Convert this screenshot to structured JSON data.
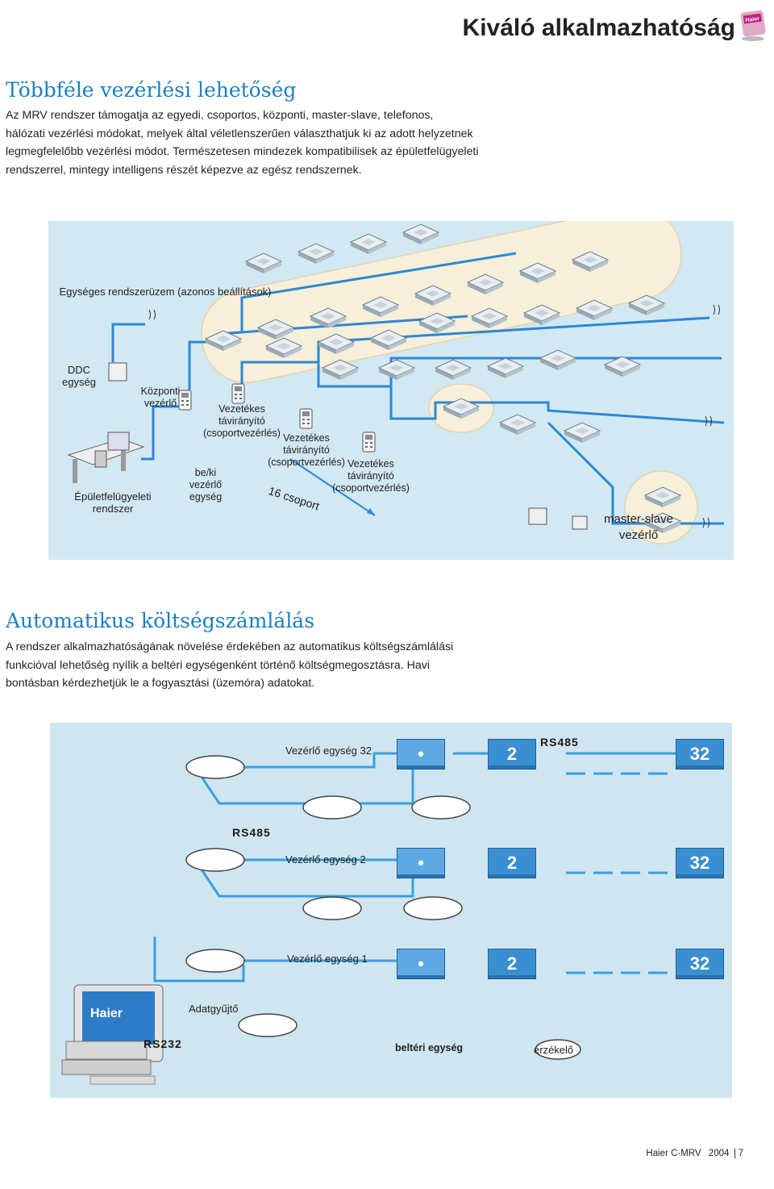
{
  "header": {
    "title": "Kiváló alkalmazhatóság",
    "logo_text": "Haier"
  },
  "section1": {
    "heading": "Többféle vezérlési lehetőség",
    "lines": [
      "Az MRV rendszer támogatja az egyedi, csoportos, központi, master-slave, telefonos,",
      "hálózati vezérlési módokat, melyek által véletlenszerűen választhatjuk ki az adott helyzetnek",
      "legmegfelelőbb vezérlési módot. Természetesen mindezek kompatibilisek az épületfelügyeleti",
      "rendszerrel, mintegy intelligens részét képezve az egész rendszernek."
    ]
  },
  "diagram1": {
    "unified": "Egységes rendszerüzem (azonos beállítások)",
    "ddc": "DDC egység",
    "central_1": "Központi",
    "central_2": "vezérlő",
    "bms_1": "Épületfelügyeleti",
    "bms_2": "rendszer",
    "onoff_1": "be/ki",
    "onoff_2": "vezérlő",
    "onoff_3": "egység",
    "wired_1": "Vezetékes",
    "wired_2": "távirányító",
    "wired_3": "(csoportvezérlés)",
    "groups": "16 csoport",
    "ms_1": "master-slave",
    "ms_2": "vezérlő"
  },
  "section2": {
    "heading": "Automatikus költségszámlálás",
    "lines": [
      "A rendszer alkalmazhatóságának növelése érdekében az automatikus költségszámlálási",
      "funkcióval lehetőség nyílik a beltéri egységenként történő költségmegosztásra. Havi",
      "bontásban kérdezhetjük le a fogyasztási (üzemóra) adatokat."
    ]
  },
  "diagram2": {
    "unit32": "Vezérlő egység 32",
    "unit2": "Vezérlő egység 2",
    "unit1": "Vezérlő egység 1",
    "rs485": "RS485",
    "rs232": "RS232",
    "collector": "Adatgyűjtő",
    "indoor": "beltéri egység",
    "sensor": "érzékelő",
    "box_first": "•",
    "box_2": "2",
    "box_32": "32",
    "pc_logo": "Haier"
  },
  "footer": {
    "brand": "Haier C-MRV",
    "year": "2004",
    "page": "7"
  }
}
